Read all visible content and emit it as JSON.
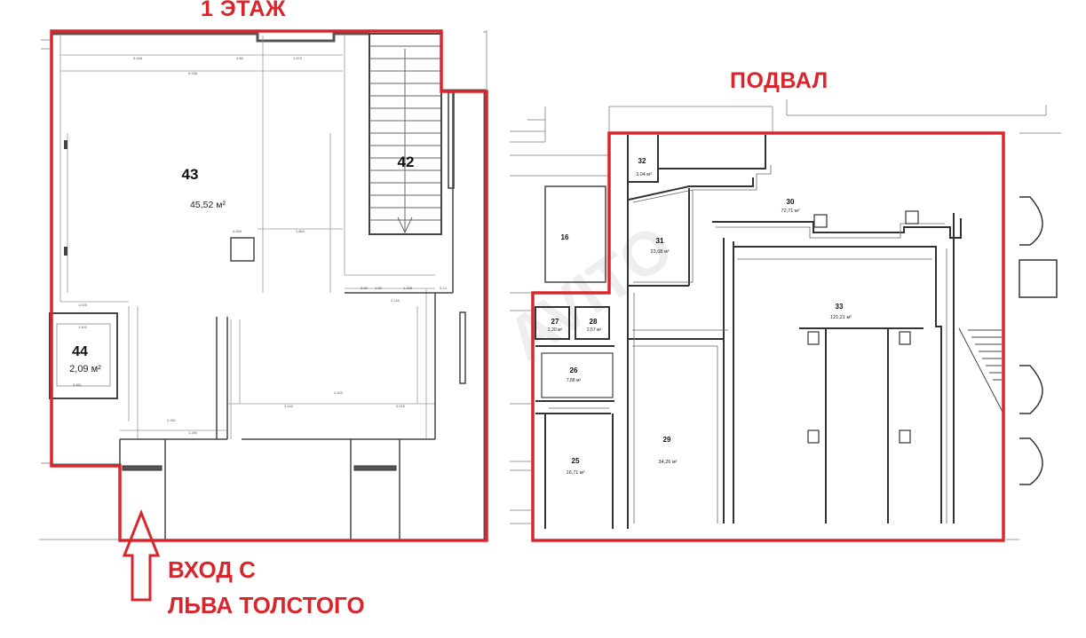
{
  "labels": {
    "floor1": "1 ЭТАЖ",
    "basement": "ПОДВАЛ",
    "entrance_line1": "ВХОД С",
    "entrance_line2": "ЛЬВА ТОЛСТОГО",
    "watermark": "AVITO"
  },
  "floor1_rooms": [
    {
      "num": "43",
      "area": "45,52 м²"
    },
    {
      "num": "42",
      "area": ""
    },
    {
      "num": "44",
      "area": "2,09 м²"
    }
  ],
  "basement_rooms": [
    {
      "num": "32",
      "area": "3,04 м²"
    },
    {
      "num": "30",
      "area": "72,71 м²"
    },
    {
      "num": "31",
      "area": "23,08 м²"
    },
    {
      "num": "16",
      "area": ""
    },
    {
      "num": "33",
      "area": "121,21 м²"
    },
    {
      "num": "27",
      "area": "2,30 м²"
    },
    {
      "num": "28",
      "area": "2,57 м²"
    },
    {
      "num": "26",
      "area": "7,88 м²"
    },
    {
      "num": "29",
      "area": "34,26 м²"
    },
    {
      "num": "25",
      "area": "16,71 м²"
    }
  ],
  "dimensions": [
    "5.046",
    "4.86",
    "1.875",
    "9.938",
    "1.860",
    "4.895",
    "1.020",
    "1.250",
    "4.402",
    "2.261",
    "2.142",
    "4.015",
    "1.158",
    "2.116",
    "0.66",
    "1.55",
    "3.13",
    "0.881",
    "1.401"
  ],
  "colors": {
    "outline": "#d8262c",
    "wall": "#3a3a3a",
    "line": "#9a9a9a"
  }
}
